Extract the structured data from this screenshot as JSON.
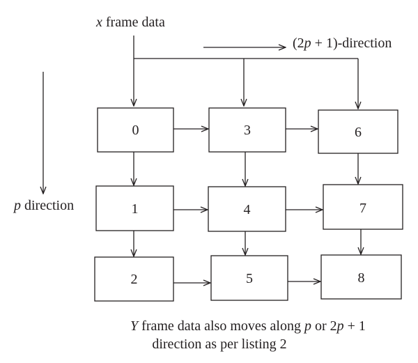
{
  "labels": {
    "x_frame_prefix": "x",
    "x_frame_rest": " frame data",
    "dir_2p1_open": "(2",
    "dir_2p1_p": "p",
    "dir_2p1_close": " + 1)-direction",
    "p_dir_p": "p",
    "p_dir_rest": " direction"
  },
  "nodes": [
    "0",
    "3",
    "6",
    "1",
    "4",
    "7",
    "2",
    "5",
    "8"
  ],
  "caption": {
    "line1_y": "Y",
    "line1_a": " frame data also moves along ",
    "line1_p": "p",
    "line1_b": " or 2",
    "line1_p2": "p",
    "line1_c": " + 1",
    "line2": "direction as per listing 2"
  },
  "colors": {
    "ink": "#231f20",
    "background": "#ffffff"
  }
}
